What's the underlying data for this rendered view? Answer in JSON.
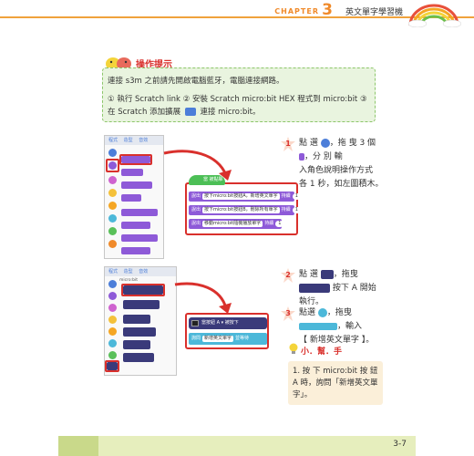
{
  "header": {
    "chapter_label": "CHAPTER",
    "chapter_number": "3",
    "chapter_title": "英文單字學習機"
  },
  "tip": {
    "label": "操作提示",
    "line1": "連接 s3m 之前請先開啟電腦藍牙，電腦連接網路。",
    "line2_a": "① 執行 Scratch link ② 安裝 Scratch micro:bit HEX 程式到 micro:bit ③ 在 Scratch 添加擴展",
    "line2_b": "連接 micro:bit。"
  },
  "panel1": {
    "tabs": [
      "程式",
      "造型",
      "音效"
    ]
  },
  "code1": {
    "hat_label": "當 被點擊",
    "rows": [
      {
        "prefix": "說出",
        "text": "按下micro:bit按鈕A，新增英文單字",
        "suffix": "持續",
        "num": "1",
        "unit": "秒"
      },
      {
        "prefix": "說出",
        "text": "按下micro:bit按鈕B，刪除所有單字",
        "suffix": "持續",
        "num": "1",
        "unit": "秒"
      },
      {
        "prefix": "說出",
        "text": "移動micro:bit隨機播放單字",
        "suffix": "持續",
        "num": "1",
        "unit": "秒"
      }
    ]
  },
  "panel2": {
    "tabs": [
      "程式",
      "造型",
      "音效"
    ],
    "category": "micro:bit"
  },
  "code2": {
    "hat_label": "當按鈕 A ▾ 被按下",
    "row_prefix": "詢問",
    "row_text": "新增英文單字",
    "row_suffix": "並等待"
  },
  "steps": [
    {
      "num": "1",
      "text_a": "點 選",
      "text_b": "，拖 曳 3 個",
      "text_c": "，分 別 輸",
      "text_d": "入角色說明操作方式",
      "text_e": "各 1 秒，如左圖積木。"
    },
    {
      "num": "2",
      "text_a": "點 選",
      "text_b": "，拖曳",
      "text_c": "按下 A 開始",
      "text_d": "執行。"
    },
    {
      "num": "3",
      "text_a": "點選",
      "text_b": "，拖曳",
      "text_c": "，輸入",
      "text_d": "【 新增英文單字 】。"
    }
  ],
  "note": {
    "head": "小．幫．手",
    "text": "1. 按 下 micro:bit 按 鈕 A 時，詢問「新增英文單字」。"
  },
  "footer": {
    "page_number": "3-7"
  },
  "colors": {
    "accent": "#f08a2a",
    "red": "#d9302c",
    "scratch_blue": "#4c7ed9",
    "looks_purple": "#8e5ad8",
    "events_green": "#4cbf56",
    "microbit_navy": "#3a3a7a"
  }
}
